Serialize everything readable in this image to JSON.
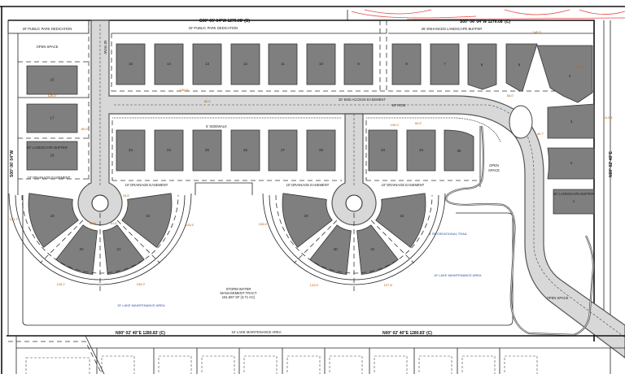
{
  "plan": {
    "lots_top": [
      "15",
      "14",
      "13",
      "12",
      "11",
      "10",
      "9",
      "8",
      "7",
      "6",
      "5",
      "4"
    ],
    "lots_mid": [
      "23",
      "24",
      "25",
      "26",
      "27",
      "28",
      "33",
      "34",
      "35"
    ],
    "lots_left": [
      "16",
      "17",
      "18"
    ],
    "lots_right": [
      "3",
      "2",
      "1"
    ],
    "lots_ring_left": [
      "22",
      "21",
      "20",
      "19"
    ],
    "lots_ring_right": [
      "32",
      "31",
      "30",
      "29"
    ],
    "labels": {
      "park_dedication_left": "20' PUBLIC PARK DEDICATION",
      "park_dedication_top": "20' PUBLIC PARK DEDICATION",
      "open_space_left": "OPEN SPACE",
      "open_space_mid_1": "OPEN",
      "open_space_mid_2": "SPACE",
      "open_space_bottom": "OPEN SPACE",
      "bearing_top_left": "S00° 06' 04\"W     1276.08' (C)",
      "bearing_top_right": "S00° 06' 04\"W     1276.08' (C)",
      "enhanced_buffer": "25' ENHANCED LANDSCAPE BUFFER",
      "ems_easement": "30' EMS ACCESS EASEMENT",
      "row_vertical": "60' ROW",
      "row_horizontal": "60' ROW",
      "sidewalk": "5' SIDEWALK",
      "landscape_buffer_left": "20' LANDSCAPE BUFFER",
      "landscape_buffer_right": "20' LANDSCAPE BUFFER",
      "drainage_1": "10' DRAINAGE EASEMENT",
      "drainage_2": "10' DRAINAGE EASEMENT",
      "drainage_3": "10' DRAINAGE EASEMENT",
      "drainage_4": "10' DRAINAGE EASEMENT",
      "lake_maint_1": "15' LAKE MAINTENANCE AREA",
      "lake_maint_2": "15' LAKE MAINTENANCE AREA",
      "lake_maint_3": "15' LAKE MAINTENANCE AREA",
      "rec_trail": "5' RECREATIONAL TRAIL",
      "storm_1": "STORM WATER",
      "storm_2": "MANAGEMENT TRACT",
      "storm_3": "161,667 SF (3.71 AC)",
      "bearing_bottom_left": "N00° 02' 40\"E     1280.83' (C)",
      "bearing_bottom_right": "N00° 02' 40\"E     1280.83' (C)",
      "bearing_left_side": "S00° 06' 04\"W",
      "bearing_right_side": "N00° 02' 40\"E"
    },
    "dimensions": {
      "d_120": "120.0'",
      "d_130a": "130.0'",
      "d_80a": "80.0'",
      "d_80b": "80.0'",
      "d_145": "145.5'",
      "d_171": "171.6'",
      "d_113": "113.1'",
      "d_50": "50.0'",
      "d_130b": "130.0'",
      "d_55": "55.0'",
      "d_40": "40.7'",
      "d_151": "151.7'",
      "d_546": "54.6'",
      "d_516": "51.6'",
      "d_1435": "143.5'",
      "d_125": "125.1'",
      "d_1539": "153.9'",
      "d_1536": "153.6'",
      "d_1246": "124.6'",
      "d_1278": "127.8'",
      "d_155": "15.5'"
    }
  }
}
